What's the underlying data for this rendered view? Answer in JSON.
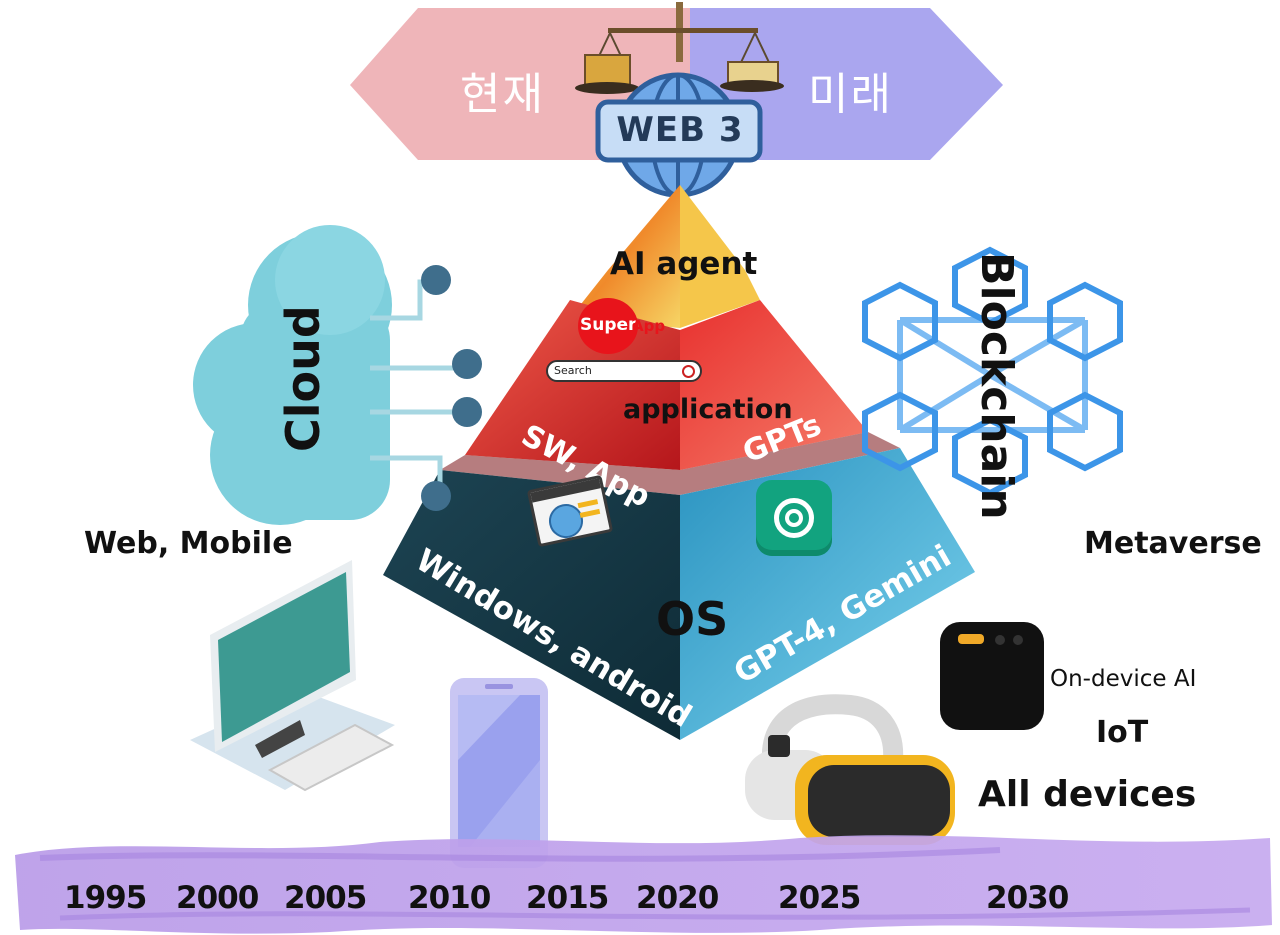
{
  "arrow": {
    "left_label": "현재",
    "right_label": "미래"
  },
  "web3_badge": "WEB 3",
  "pyramid": {
    "top_label": "AI agent",
    "middle_center_label": "application",
    "middle_left_label": "SW, App",
    "middle_right_label": "GPTs",
    "bottom_center_label": "OS",
    "bottom_left_label": "Windows, android",
    "bottom_right_label": "GPT-4, Gemini"
  },
  "superapp_logo": {
    "word1": "Super",
    "word2": "App"
  },
  "search_bar": {
    "placeholder": "Search"
  },
  "cloud_label": "Cloud",
  "blockchain_label": "Blockchain",
  "side_labels": {
    "left": "Web, Mobile",
    "right": "Metaverse"
  },
  "device_labels": {
    "on_device": "On-device AI",
    "iot": "IoT",
    "all": "All devices"
  },
  "timeline": {
    "years": [
      "1995",
      "2000",
      "2005",
      "2010",
      "2015",
      "2020",
      "2025",
      "2030"
    ]
  },
  "colors": {
    "arrow_left": "#efb5b9",
    "arrow_right": "#a9a6ef",
    "pyramid_top": "#f1b93a",
    "pyramid_middle": "#d7282a",
    "pyramid_bottom": "#46b5d8",
    "cloud": "#7ecfdc",
    "blockchain": "#3c95e8",
    "timeline_brush": "#b59ae8"
  }
}
